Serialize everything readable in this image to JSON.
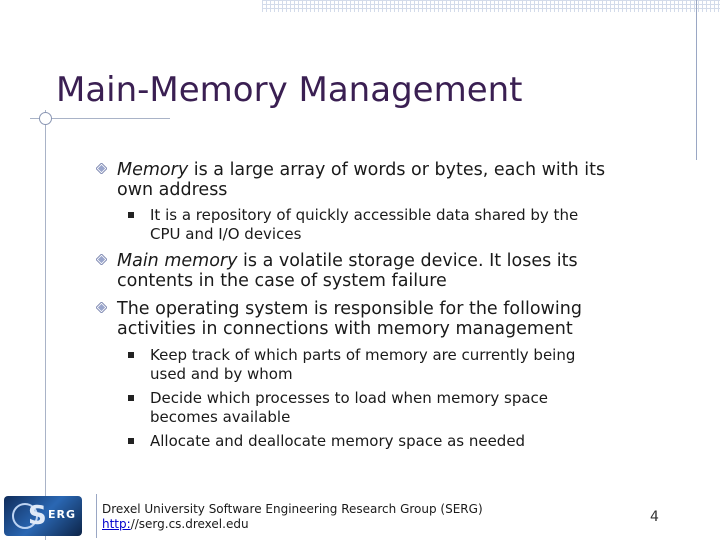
{
  "title": "Main-Memory Management",
  "bullets": [
    {
      "em": "Memory",
      "rest": " is a large array of words or bytes, each with its own address"
    },
    {
      "text": "It is a repository of quickly accessible data shared by the CPU and I/O devices"
    },
    {
      "em": "Main memory",
      "rest": " is a volatile storage device.  It loses its contents in the case of system failure"
    },
    {
      "text": "The operating system is responsible for the following activities in connections with memory management"
    }
  ],
  "subbullets": [
    "Keep track of which parts of memory are currently being used and by whom",
    "Decide which processes to load when memory space becomes available",
    "Allocate and deallocate memory space as needed"
  ],
  "footer": {
    "group": "Drexel University Software Engineering Research Group (SERG)",
    "link_scheme": "http:",
    "link_rest": "//serg.cs.drexel.edu",
    "logo_text": "ERG",
    "logo_letter": "S"
  },
  "page_number": "4",
  "colors": {
    "title": "#3a1f52",
    "bullet_icon": "#7b86b0",
    "link": "#0000cc"
  }
}
